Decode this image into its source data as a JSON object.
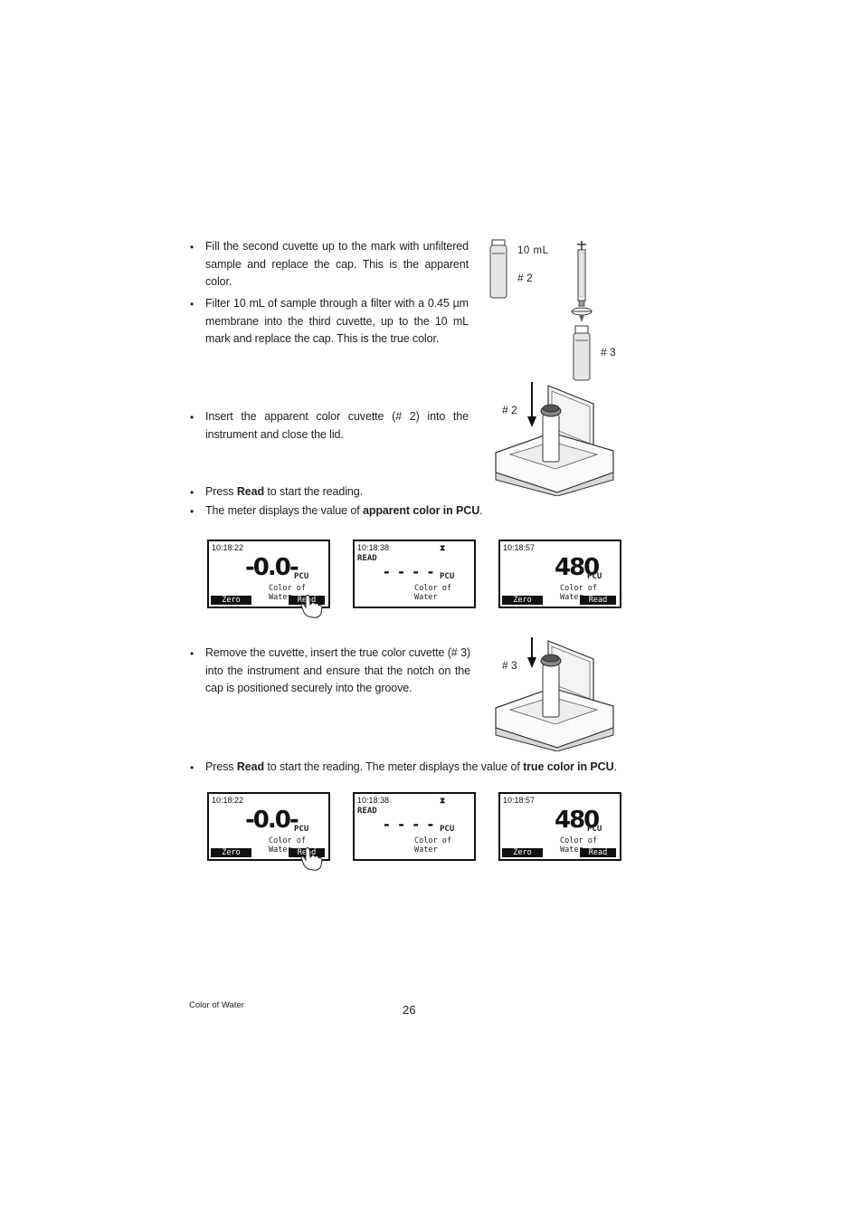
{
  "steps": [
    {
      "text": "Fill the second cuvette up to the mark with unfiltered sample and replace the cap. This is the apparent color."
    },
    {
      "text": "Filter 10 mL of sample through a filter with a 0.45 µm membrane into the third cuvette, up to the 10 mL mark and replace the cap. This is the true color."
    },
    {
      "text": "Insert the apparent color cuvette (# 2) into the instrument and close the lid."
    },
    {
      "pre": "Press ",
      "bold": "Read",
      "post": " to start the reading."
    },
    {
      "pre": "The meter displays the value of ",
      "bold": "apparent color in PCU",
      "post": "."
    },
    {
      "text": "Remove the cuvette, insert the true color cuvette (# 3) into the instrument and ensure that the notch on the cap is positioned securely into the groove."
    },
    {
      "pre": "Press ",
      "bold": "Read",
      "post": " to start the reading. The meter displays the value of ",
      "bold2": "true color in PCU",
      "post2": "."
    }
  ],
  "bullet_char": "•",
  "figure_labels": {
    "volume": "10 mL",
    "cuvette2": "# 2",
    "cuvette3": "# 3"
  },
  "screens": {
    "zero_screen": {
      "time": "10:18:22",
      "value": "-0.0-",
      "unit": "PCU",
      "param": "Color of Water",
      "softkey_left": "Zero",
      "softkey_right": "Read"
    },
    "reading_screen": {
      "time": "10:18:38",
      "status": "READ",
      "hourglass": "⧗",
      "value": "- - - -",
      "unit": "PCU",
      "param": "Color of Water"
    },
    "result_screen": {
      "time": "10:18:57",
      "value": "480",
      "unit": "PCU",
      "param": "Color of Water",
      "softkey_left": "Zero",
      "softkey_right": "Read"
    }
  },
  "footer": {
    "section": "Color of Water",
    "page_number": "26"
  }
}
